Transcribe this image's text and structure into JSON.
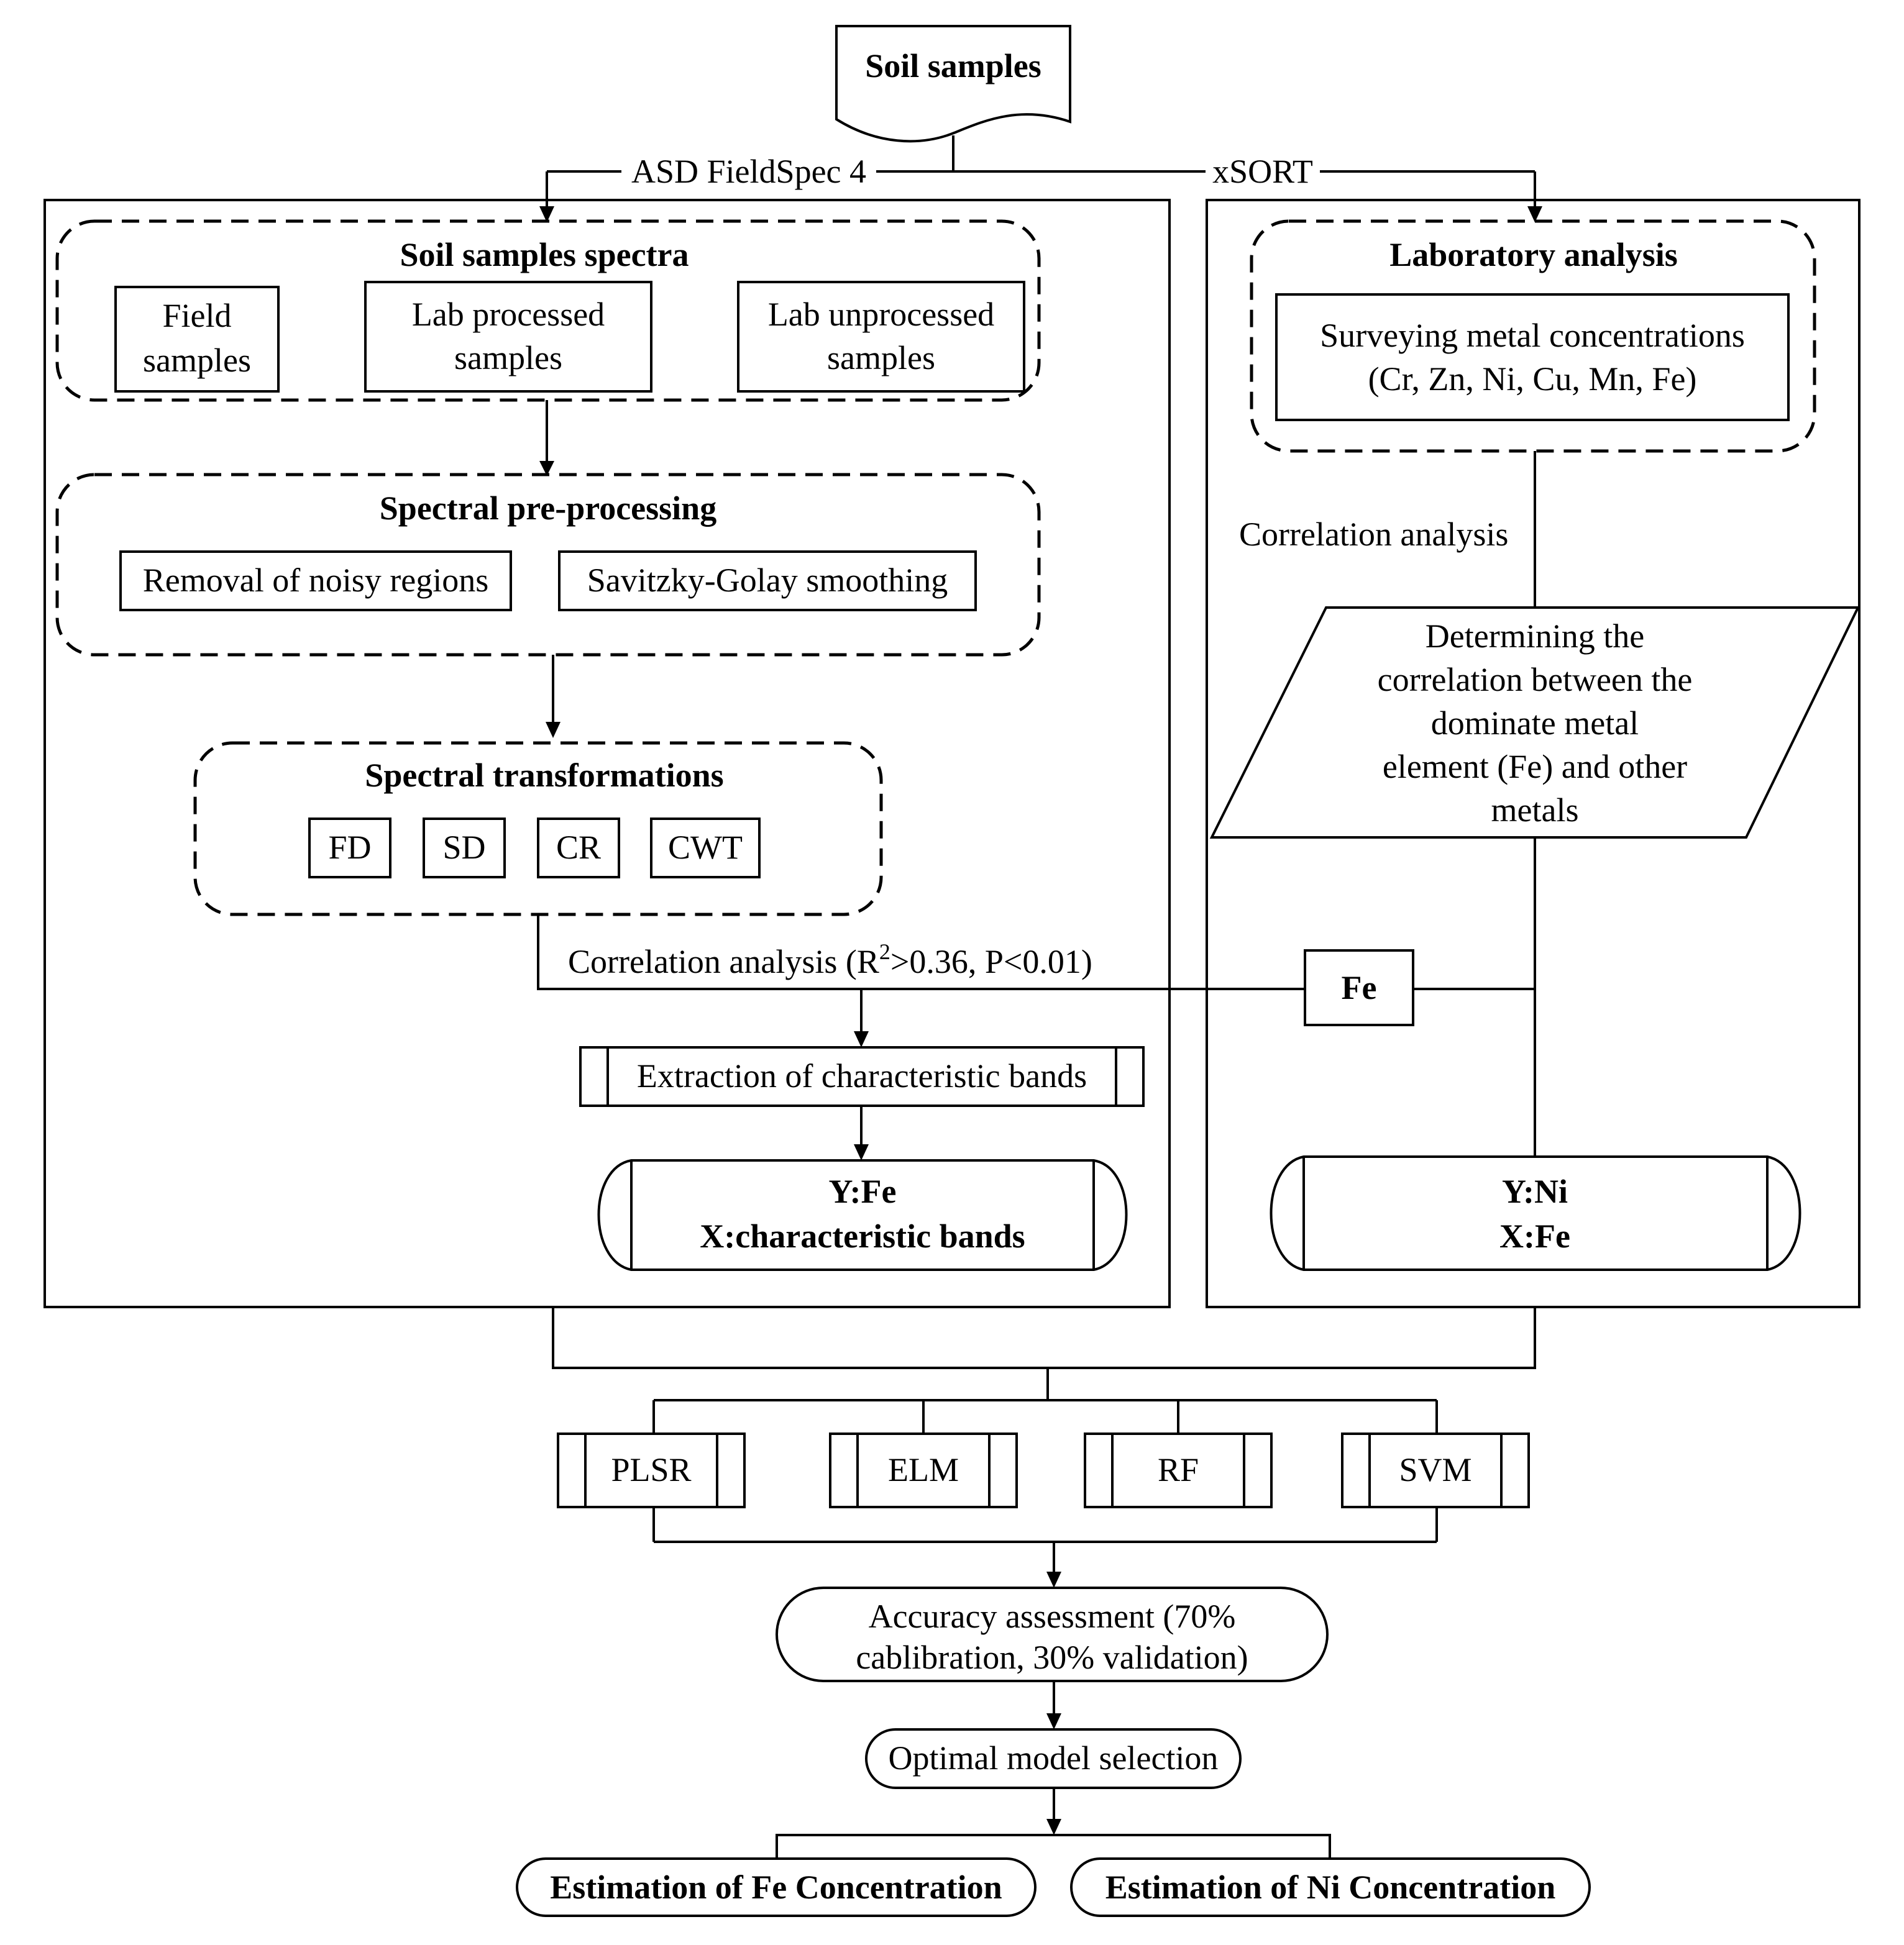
{
  "source": "Soil samples",
  "branches": {
    "left": "ASD FieldSpec 4",
    "right": "xSORT"
  },
  "spectra": {
    "title": "Soil samples spectra",
    "items": [
      [
        "Field",
        "samples"
      ],
      [
        "Lab processed",
        "samples"
      ],
      [
        "Lab unprocessed",
        "samples"
      ]
    ]
  },
  "preprocessing": {
    "title": "Spectral pre-processing",
    "items": [
      "Removal of noisy regions",
      "Savitzky-Golay smoothing"
    ]
  },
  "transformations": {
    "title": "Spectral transformations",
    "items": [
      "FD",
      "SD",
      "CR",
      "CWT"
    ]
  },
  "corr_left": {
    "prefix": "Correlation analysis (R",
    "sup": "2",
    "suffix": ">0.36, P<0.01)"
  },
  "extraction": "Extraction of characteristic bands",
  "left_model": {
    "y": "Y:Fe",
    "x": "X:characteristic bands"
  },
  "laboratory": {
    "title": "Laboratory analysis",
    "lines": [
      "Surveying metal concentrations",
      "(Cr, Zn, Ni, Cu, Mn, Fe)"
    ]
  },
  "corr_right": "Correlation analysis",
  "determining": [
    "Determining the",
    "correlation between the",
    "dominate metal",
    "element (Fe) and other",
    "metals"
  ],
  "fe_box": "Fe",
  "right_model": {
    "y": "Y:Ni",
    "x": "X:Fe"
  },
  "models": [
    "PLSR",
    "ELM",
    "RF",
    "SVM"
  ],
  "accuracy": [
    "Accuracy assessment (70%",
    "cablibration, 30% validation)"
  ],
  "optimal": "Optimal model selection",
  "outputs": [
    "Estimation of Fe Concentration",
    "Estimation of Ni Concentration"
  ]
}
